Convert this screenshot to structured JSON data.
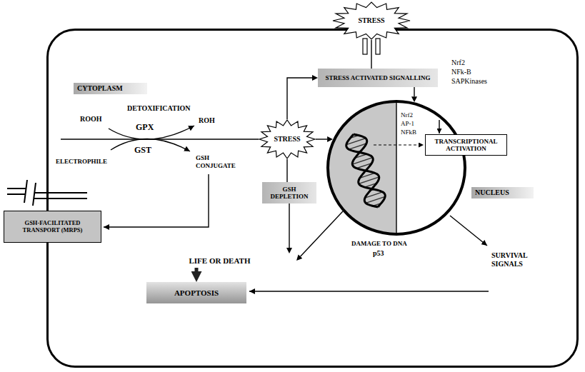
{
  "diagram": {
    "nodes": [
      {
        "text": [
          "CYTOPLASM"
        ]
      },
      {
        "text": [
          "STRESS"
        ]
      },
      {
        "text": [
          "STRESS ACTIVATED SIGNALLING"
        ],
        "in": 0
      },
      {
        "text": [
          "STRESS"
        ],
        "in": 0
      },
      {
        "text": [
          "GSH DEPLETION"
        ],
        "in": 0
      },
      {
        "text": [
          "NUCLEUS"
        ],
        "in": 0
      },
      {
        "text": [
          "TRANSCRIPTIONAL ACTIVATION"
        ],
        "in": 5
      },
      {
        "text": [
          "LIFE OR DEATH"
        ],
        "in": 0
      },
      {
        "text": [
          "APOPTOSIS"
        ],
        "in": 0
      },
      {
        "text": [
          "GSH-FACILITATED TRANSPORT (MRPS)"
        ]
      }
    ],
    "edges": [
      {
        "from": 1,
        "to": 2,
        "arrow": "none"
      },
      {
        "from": 3,
        "to": 2,
        "arrow": "to"
      },
      {
        "from": 2,
        "to": 5,
        "arrow": "to"
      },
      {
        "from": 3,
        "to": 5,
        "arrow": "to"
      },
      {
        "from": 3,
        "to": 4,
        "arrow": "none"
      },
      {
        "from": 4,
        "to": 7,
        "arrow": "to"
      },
      {
        "from": 5,
        "to": 7,
        "arrow": "to"
      },
      {
        "from": 7,
        "to": 8,
        "arrow": "to"
      }
    ],
    "labels": [
      "DETOXIFICATION",
      "ROOH",
      "ROH",
      "GPX",
      "GST",
      "ELECTROPHILE",
      "GSH CONJUGATE",
      "Nrf2",
      "NFk-B",
      "SAPKinases",
      "Nrf2",
      "AP-1",
      "NFkB",
      "DAMAGE TO DNA",
      "p53",
      "SURVIVAL SIGNALS"
    ]
  }
}
